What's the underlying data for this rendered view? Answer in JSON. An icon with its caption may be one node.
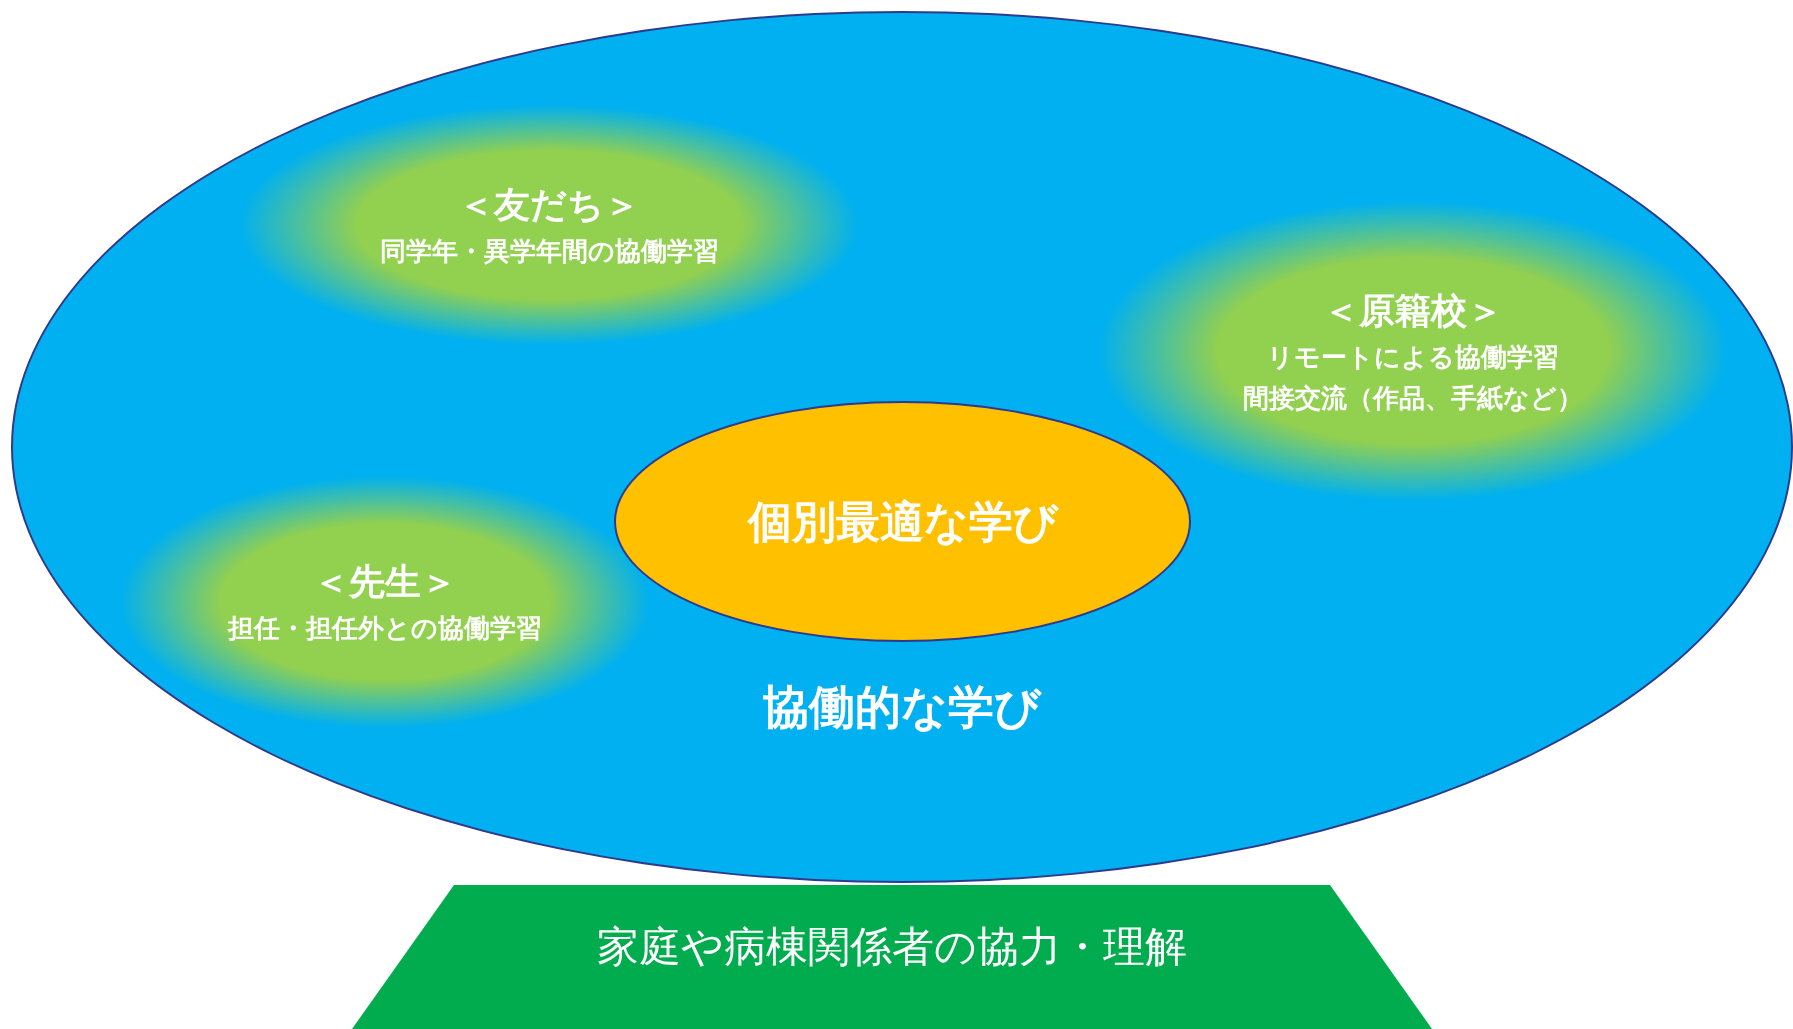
{
  "diagram": {
    "nodes": [
      {
        "text": [
          "協働的な学び"
        ]
      },
      {
        "text": [
          "＜友だち＞",
          "同学年・異学年間の協働学習"
        ],
        "in": 0
      },
      {
        "text": [
          "＜原籍校＞",
          "リモートによる協働学習",
          "間接交流（作品、手紙など）"
        ],
        "in": 0
      },
      {
        "text": [
          "＜先生＞",
          "担任・担任外との協働学習"
        ],
        "in": 0
      },
      {
        "text": [
          "個別最適な学び"
        ],
        "in": 0
      },
      {
        "text": [
          "家庭や病棟関係者の協力・理解"
        ]
      }
    ]
  }
}
